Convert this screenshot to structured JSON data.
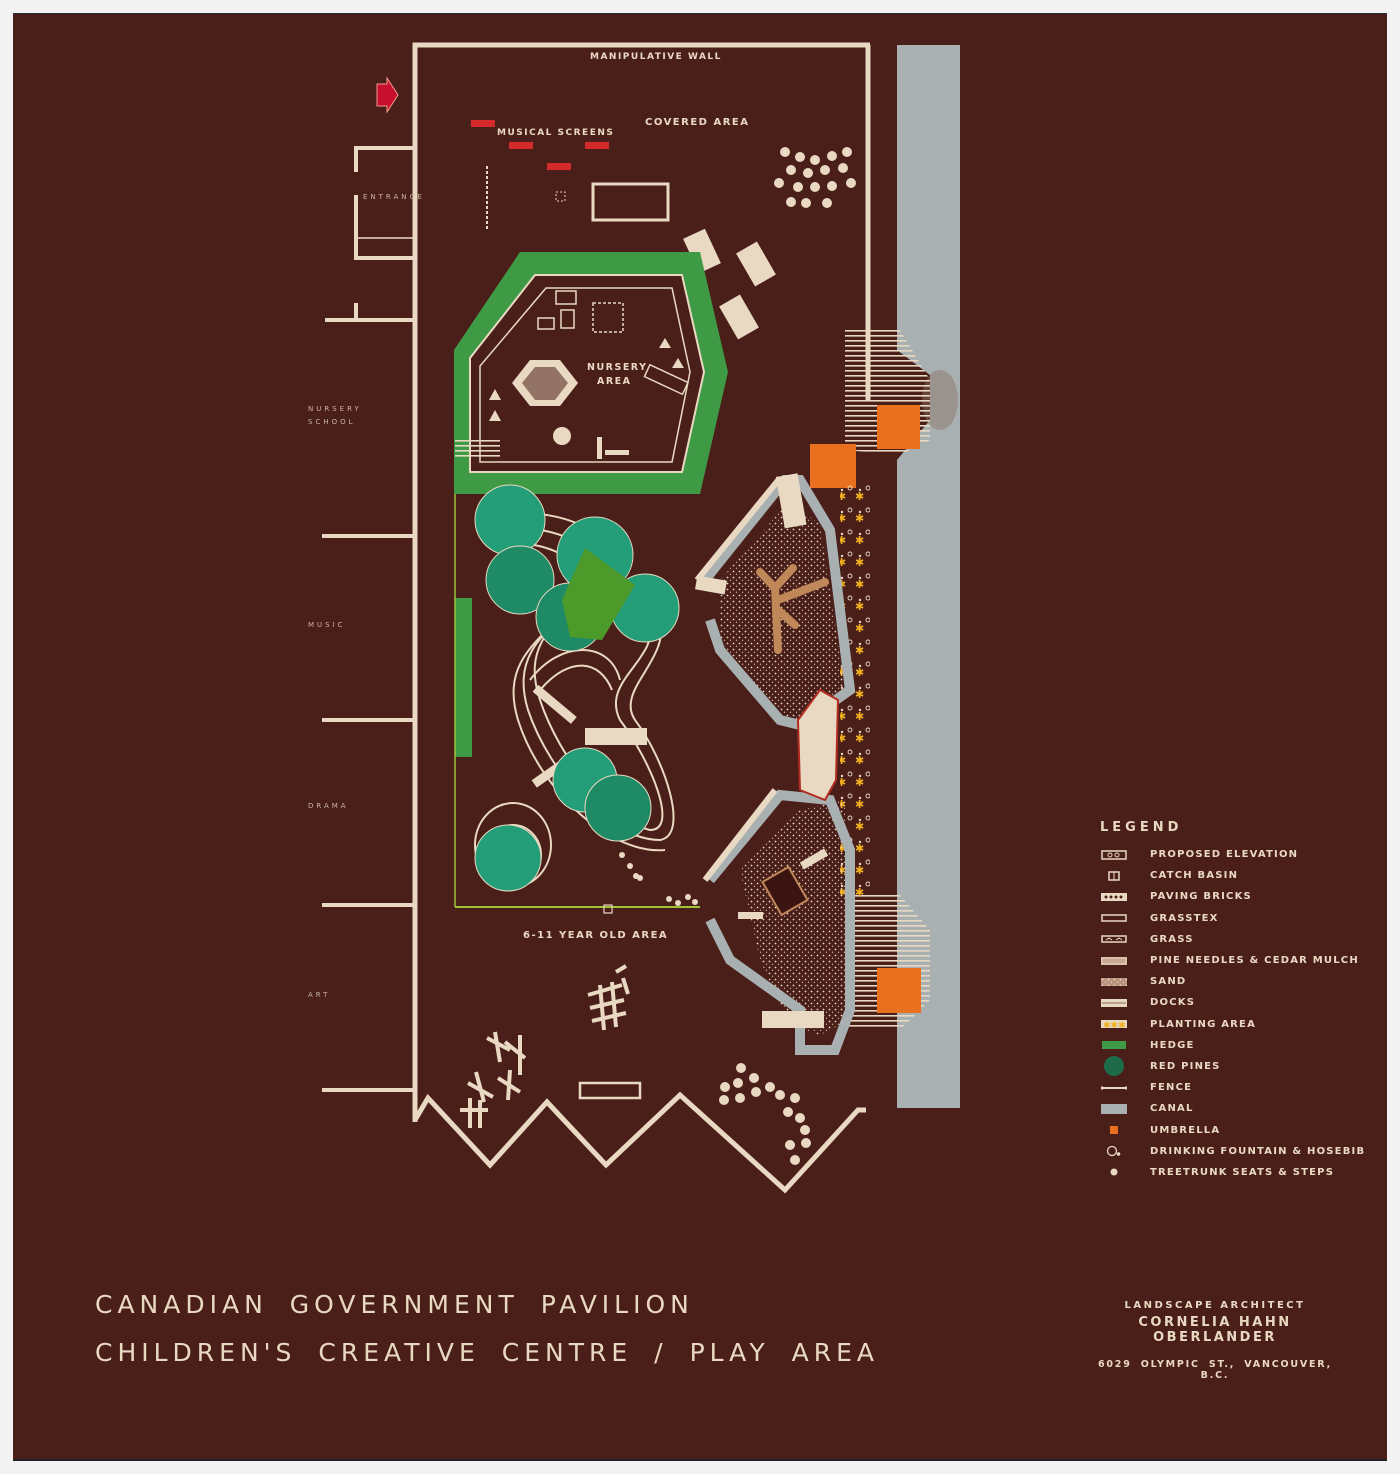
{
  "drawing": {
    "title_line_1": [
      "CANADIAN",
      "GOVERNMENT",
      "PAVILION"
    ],
    "title_line_2": [
      "CHILDREN'S",
      "CREATIVE",
      "CENTRE",
      "/",
      "PLAY",
      "AREA"
    ]
  },
  "areas": {
    "manipulative_wall": "MANIPULATIVE WALL",
    "musical_screens": "MUSICAL SCREENS",
    "covered_area": "COVERED AREA",
    "nursery_area_line1": "NURSERY",
    "nursery_area_line2": "AREA",
    "six_eleven_area": "6-11 YEAR OLD AREA"
  },
  "rooms": {
    "entrance": "ENTRANCE",
    "nursery_school_line1": "NURSERY",
    "nursery_school_line2": "SCHOOL",
    "music": "MUSIC",
    "drama": "DRAMA",
    "art": "ART"
  },
  "legend": {
    "title": "LEGEND",
    "items": [
      {
        "label": "PROPOSED ELEVATION",
        "icon": "proposed-elevation-symbol"
      },
      {
        "label": "CATCH BASIN",
        "icon": "catch-basin-symbol"
      },
      {
        "label": "PAVING BRICKS",
        "icon": "paving-bricks-swatch"
      },
      {
        "label": "GRASSTEX",
        "icon": "grasstex-swatch"
      },
      {
        "label": "GRASS",
        "icon": "grass-swatch"
      },
      {
        "label": "PINE NEEDLES & CEDAR MULCH",
        "icon": "mulch-swatch"
      },
      {
        "label": "SAND",
        "icon": "sand-swatch"
      },
      {
        "label": "DOCKS",
        "icon": "docks-swatch"
      },
      {
        "label": "PLANTING AREA",
        "icon": "planting-area-swatch"
      },
      {
        "label": "HEDGE",
        "icon": "hedge-swatch"
      },
      {
        "label": "RED PINES",
        "icon": "red-pine-symbol"
      },
      {
        "label": "FENCE",
        "icon": "fence-symbol"
      },
      {
        "label": "CANAL",
        "icon": "canal-swatch"
      },
      {
        "label": "UMBRELLA",
        "icon": "umbrella-symbol"
      },
      {
        "label": "DRINKING FOUNTAIN & HOSEBIB",
        "icon": "drinking-fountain-symbol"
      },
      {
        "label": "TREETRUNK SEATS & STEPS",
        "icon": "treetrunk-seat-symbol"
      }
    ]
  },
  "credit": {
    "role": "LANDSCAPE ARCHITECT",
    "name": "CORNELIA HAHN OBERLANDER",
    "address": "6029 OLYMPIC ST.,  VANCOUVER, B.C."
  },
  "colors": {
    "background": "#4a1f1a",
    "linework": "#ead9c2",
    "hedge": "#3f9a45",
    "red_pines": "#2a9d73",
    "canal": "#a9b0b2",
    "umbrella": "#e8701e",
    "musical_screens": "#d42a2a",
    "planting": "#f0b020"
  }
}
